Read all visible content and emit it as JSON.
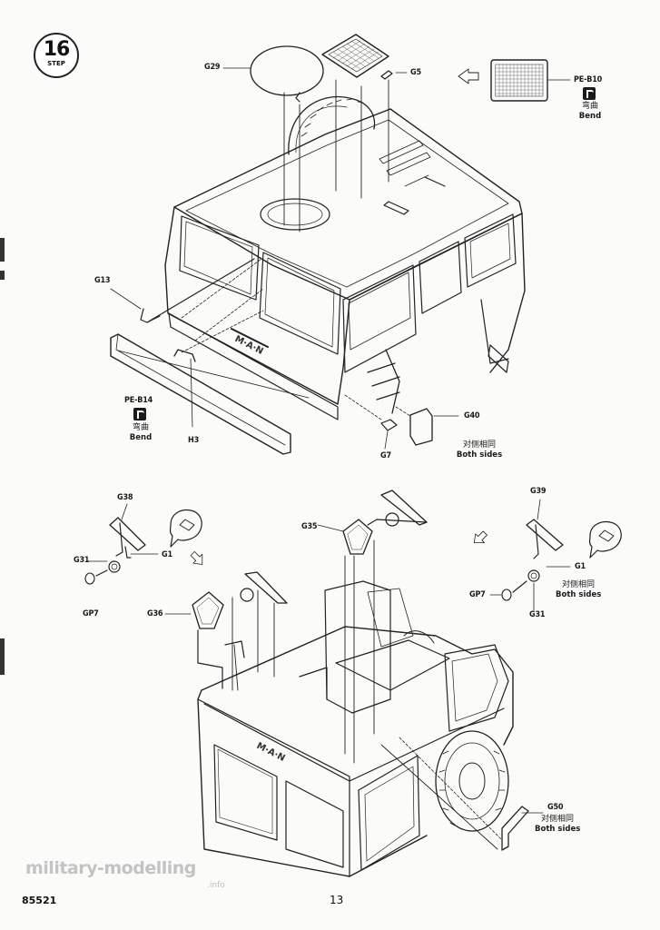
{
  "step": {
    "number": "16",
    "word": "STEP"
  },
  "top_view": {
    "parts": {
      "g29": "G29",
      "g5": "G5",
      "pe_b10": "PE-B10",
      "g13": "G13",
      "pe_b14": "PE-B14",
      "h3": "H3",
      "g40": "G40",
      "g7": "G7"
    },
    "bend_cn": "弯曲",
    "bend_en": "Bend",
    "both_sides_cn": "对侧相同",
    "both_sides_en": "Both sides"
  },
  "bottom_view": {
    "parts": {
      "g38": "G38",
      "g31_left": "G31",
      "g1_left": "G1",
      "gp7_left": "GP7",
      "g36": "G36",
      "g35": "G35",
      "g39": "G39",
      "g1_right": "G1",
      "gp7_right": "GP7",
      "g31_right": "G31",
      "g50": "G50"
    },
    "both_sides_cn_right": "对侧相同",
    "both_sides_en_right": "Both sides",
    "both_sides_cn_g50": "对侧相同",
    "both_sides_en_g50": "Both sides"
  },
  "footer": {
    "kit_code": "85521",
    "page_number": "13",
    "watermark": "military-modelling",
    "watermark_sub": ".info"
  }
}
